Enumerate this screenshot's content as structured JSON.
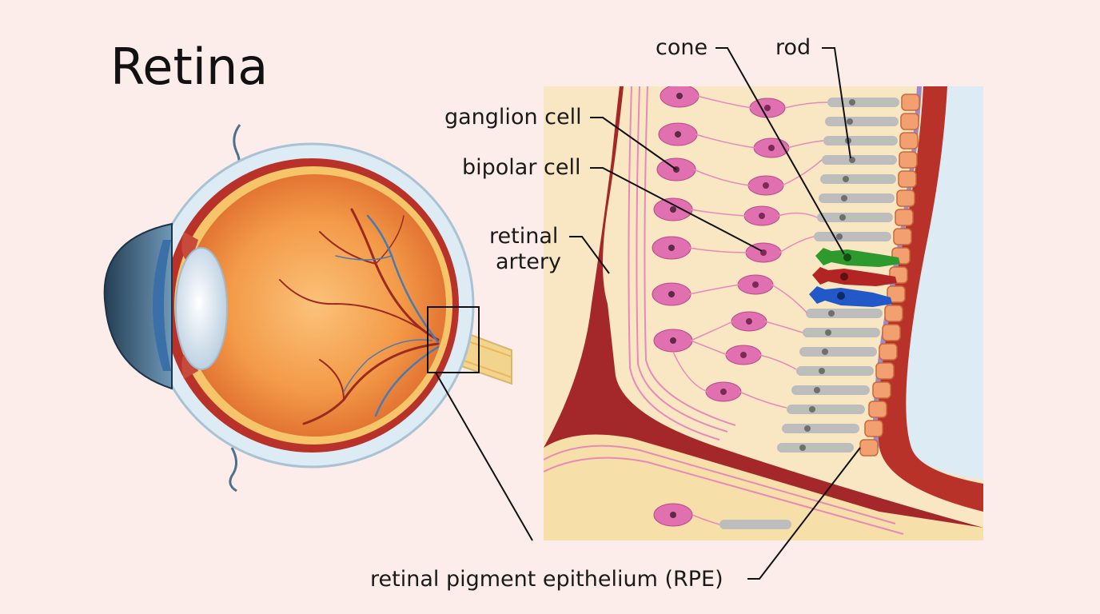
{
  "title": "Retina",
  "labels": {
    "cone": "cone",
    "rod": "rod",
    "ganglion_cell": "ganglion cell",
    "bipolar_cell": "bipolar cell",
    "retinal_artery_line1": "retinal",
    "retinal_artery_line2": "artery",
    "rpe": "retinal pigment epithelium (RPE)"
  },
  "colors": {
    "background": "#fcecea",
    "sclera": "#d6e8f2",
    "choroid": "#b8322a",
    "retina_fill": "#f8e2b0",
    "ganglion": "#e070b0",
    "rod": "#b8b8b8",
    "rpe": "#f2a070",
    "cone_green": "#2e9a2e",
    "cone_red": "#b32424",
    "cone_blue": "#2258c8",
    "iris": "#3a6fa8",
    "vitreous": "#f09040"
  }
}
